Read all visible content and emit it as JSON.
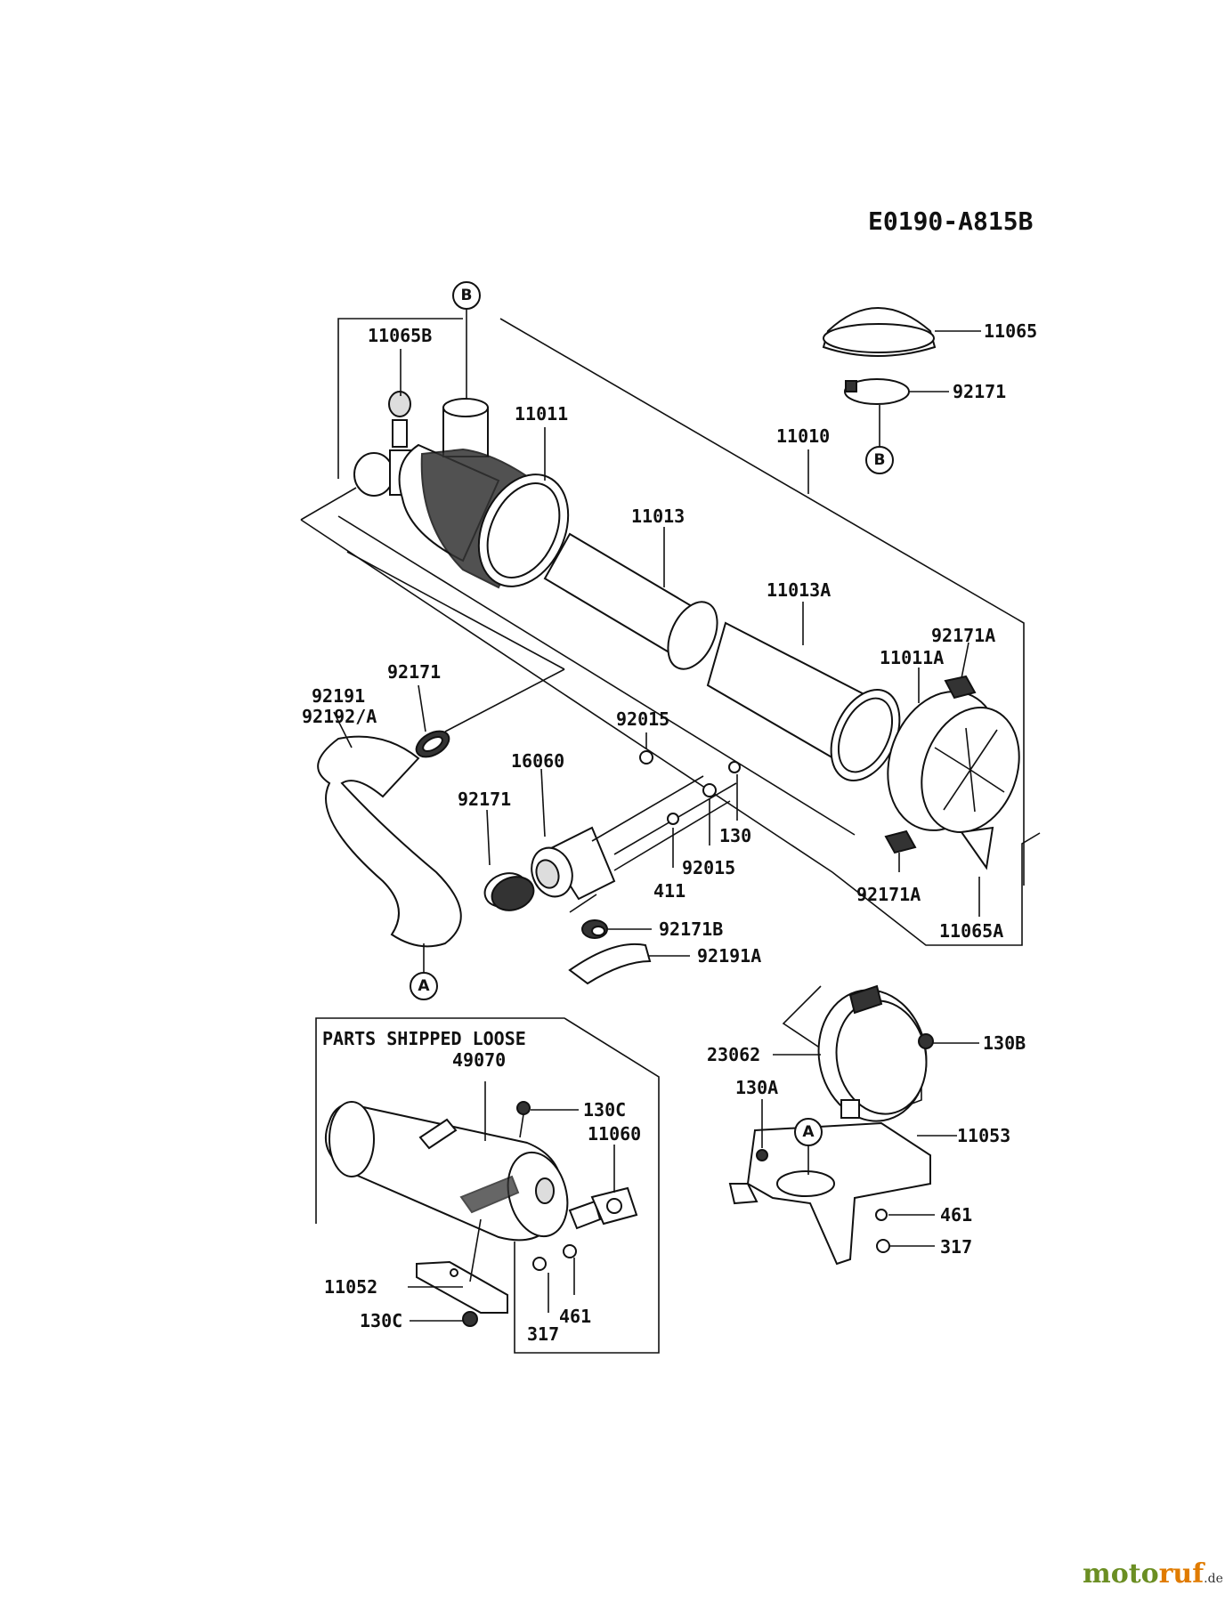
{
  "diagram_code": "E0190-A815B",
  "box_title": "PARTS SHIPPED LOOSE",
  "refs": {
    "a": "A",
    "b": "B"
  },
  "labels": {
    "p11065B": "11065B",
    "p11011": "11011",
    "p11010": "11010",
    "p11065": "11065",
    "p92171_top": "92171",
    "p11013": "11013",
    "p11013A": "11013A",
    "p92171A_top": "92171A",
    "p11011A": "11011A",
    "p92171_hose": "92171",
    "p92191": "92191",
    "p92192A": "92192/A",
    "p92015_a": "92015",
    "p16060": "16060",
    "p92171_mid": "92171",
    "p130": "130",
    "p92015_b": "92015",
    "p411": "411",
    "p92171A_bot": "92171A",
    "p11065A": "11065A",
    "p92171B": "92171B",
    "p92191A": "92191A",
    "p49070": "49070",
    "p130C_a": "130C",
    "p11060": "11060",
    "p11052": "11052",
    "p130C_b": "130C",
    "p317_a": "317",
    "p461_a": "461",
    "p23062": "23062",
    "p130B": "130B",
    "p130A": "130A",
    "p11053": "11053",
    "p461_b": "461",
    "p317_b": "317"
  },
  "watermark": {
    "part1": "moto",
    "part2": "ruf",
    "suffix": ".de"
  }
}
